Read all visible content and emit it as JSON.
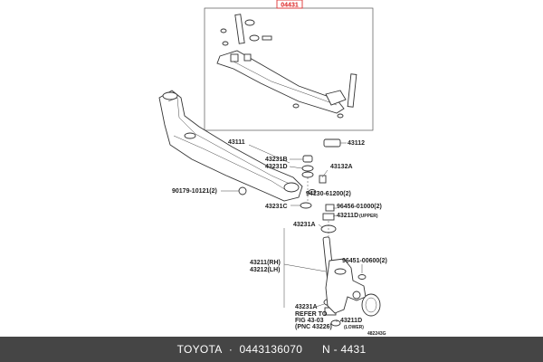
{
  "header_tag": "04431",
  "diagram_code": "482243G",
  "labels": {
    "p43111": "43111",
    "p43112": "43112",
    "p43231B": "43231B",
    "p43231D": "43231D",
    "p43132A": "43132A",
    "p90179": "90179-10121(2)",
    "p94130": "94130-61200(2)",
    "p43231C": "43231C",
    "p96456": "96456-01000(2)",
    "p43211D_top": "43211D",
    "upper": "(UPPER)",
    "p43231A_top": "43231A",
    "p43211": "43211(RH)",
    "p43212": "43212(LH)",
    "p96451": "96451-00600(2)",
    "p43231A_bot": "43231A",
    "refer1": "REFER TO",
    "refer2": "FIG 43-03",
    "refer3": "(PNC 43226)",
    "p43211D_bot": "43211D",
    "lower": "(LOWER)"
  },
  "footer": {
    "brand": "TOYOTA",
    "part_number": "0443136070",
    "ref": "N - 4431"
  }
}
